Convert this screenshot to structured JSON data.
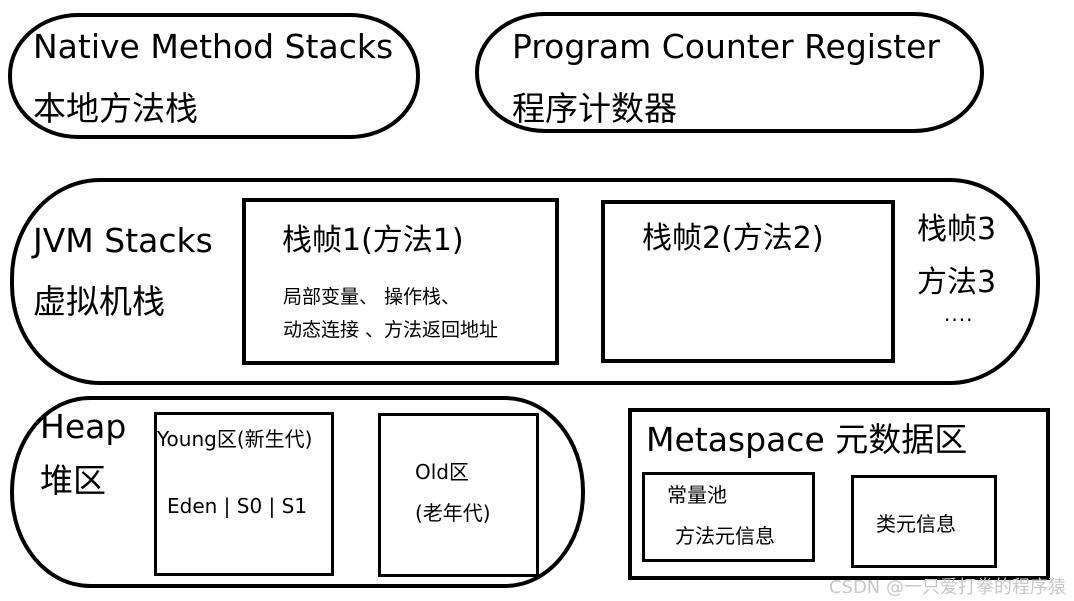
{
  "native": {
    "en": "Native Method Stacks",
    "zh": "本地方法栈"
  },
  "pcr": {
    "en": "Program Counter Register",
    "zh": "程序计数器"
  },
  "jvm": {
    "en": "JVM Stacks",
    "zh": "虚拟机栈",
    "frame1": {
      "title": "栈帧1(方法1)",
      "line1": "局部变量、  操作栈、",
      "line2": "动态连接  、方法返回地址"
    },
    "frame2": {
      "title": "栈帧2(方法2)"
    },
    "frame3": {
      "line1": "栈帧3",
      "line2": "方法3",
      "line3": "...."
    }
  },
  "heap": {
    "en": "Heap",
    "zh": "堆区",
    "young": {
      "title": "Young区(新生代)",
      "content": "Eden | S0 | S1"
    },
    "old": {
      "line1": "Old区",
      "line2": "(老年代)"
    }
  },
  "metaspace": {
    "title": "Metaspace 元数据区",
    "pool": {
      "line1": "常量池",
      "line2": "方法元信息"
    },
    "klass": {
      "label": "类元信息"
    }
  },
  "watermark": "CSDN @一只爱打拳的程序猿"
}
